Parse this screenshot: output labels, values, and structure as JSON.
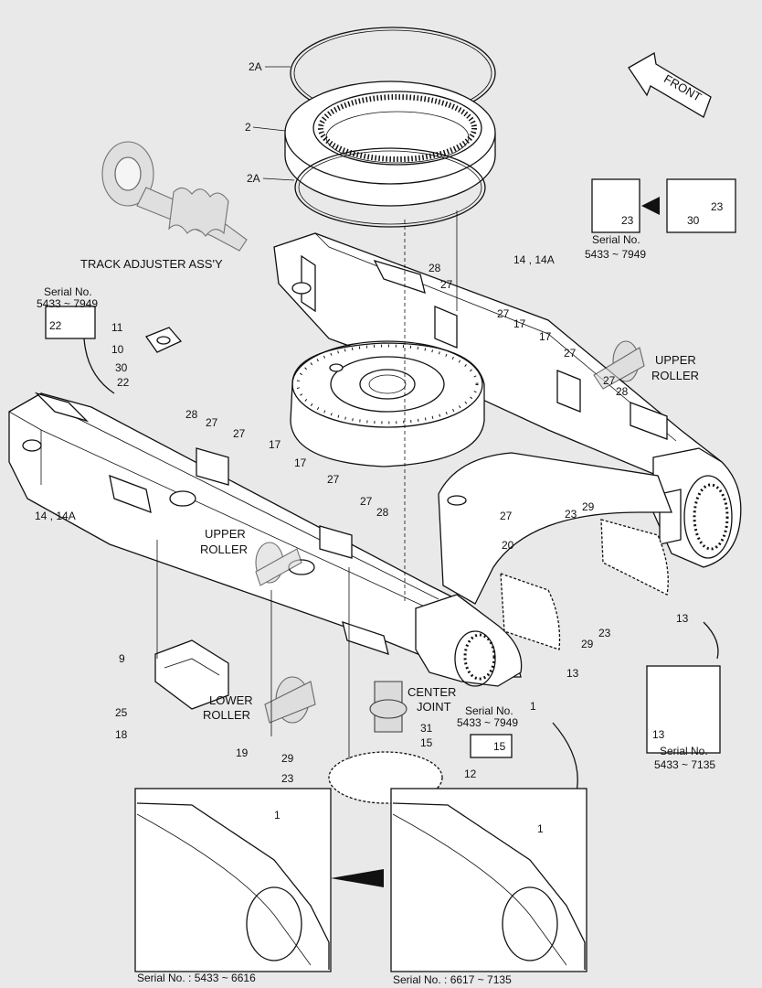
{
  "labels": {
    "ring_upper": "2A",
    "ring_bearing": "2",
    "ring_lower": "2A",
    "track_adjuster": "TRACK ADJUSTER ASS'Y",
    "front": "FRONT",
    "serial_no": "Serial No.",
    "serial_range_a": "5433 ~ 7949",
    "serial_range_b": "5433 ~ 7135",
    "serial_5433_6616": "Serial No. : 5433 ~ 6616",
    "serial_6617_7135": "Serial No. : 6617 ~ 7135",
    "upper_roller_1": "UPPER",
    "upper_roller_2": "ROLLER",
    "lower_roller_1": "LOWER",
    "lower_roller_2": "ROLLER",
    "center_joint_1": "CENTER",
    "center_joint_2": "JOINT",
    "n1": "1",
    "n9": "9",
    "n10": "10",
    "n11": "11",
    "n12": "12",
    "n13": "13",
    "n14": "14 , 14A",
    "n14b": "14 , 14A",
    "n15": "15",
    "n17": "17",
    "n18": "18",
    "n19": "19",
    "n20": "20",
    "n22": "22",
    "n23": "23",
    "n25": "25",
    "n27": "27",
    "n28": "28",
    "n29": "29",
    "n30": "30",
    "n31": "31"
  }
}
